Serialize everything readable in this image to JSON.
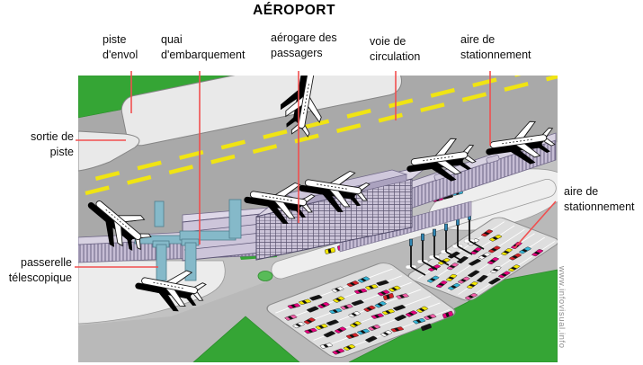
{
  "title": "AÉROPORT",
  "labels": {
    "piste_envol": "piste\nd'envol",
    "quai_embarquement": "quai\nd'embarquement",
    "aerogare": "aérogare des\npassagers",
    "voie_circulation": "voie de\ncirculation",
    "aire_stationnement_haut": "aire de\nstationnement",
    "sortie_piste": "sortie de\npiste",
    "passerelle": "passerelle\ntélescopique",
    "aire_stationnement_droite": "aire de\nstationnement"
  },
  "watermark": "www.infovisual.info",
  "colors": {
    "grass": "#35a535",
    "runway_gray": "#a9a9a9",
    "apron_gray": "#c2c2c2",
    "road_gray": "#b9b9b9",
    "light_patch": "#e9e9e9",
    "taxi_yellow": "#f0e413",
    "terminal_lavender": "#cdc5da",
    "pier_top": "#d8d2e2",
    "jetway_blue": "#85b9c9",
    "leader_red": "#f14f4f",
    "car_palette": [
      "#e6007e",
      "#f2e600",
      "#151515",
      "#ffffff",
      "#d42027",
      "#35b4d6",
      "#f25fa8",
      "#151515",
      "#e6007e",
      "#f2e600"
    ]
  }
}
